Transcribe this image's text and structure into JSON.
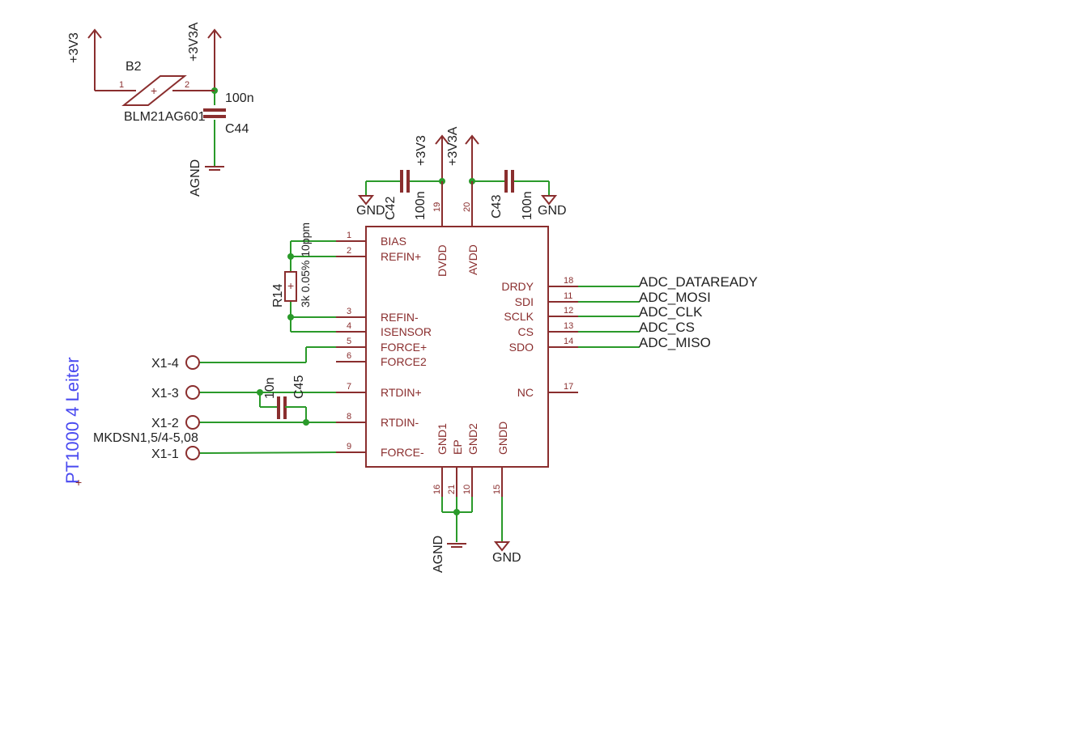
{
  "schematic": {
    "top_left": {
      "supply_left": "+3V3",
      "supply_right": "+3V3A",
      "ferrite_name": "B2",
      "ferrite_value": "BLM21AG601",
      "ferrite_pin1": "1",
      "ferrite_pin2": "2",
      "cap_value": "100n",
      "cap_name": "C44",
      "ground": "AGND"
    },
    "supply_caps": {
      "dvdd_supply": "+3V3",
      "avdd_supply": "+3V3A",
      "c42_name": "C42",
      "c42_value": "100n",
      "c42_ground": "GND",
      "c43_name": "C43",
      "c43_value": "100n",
      "c43_ground": "GND"
    },
    "ic": {
      "top_pins": [
        {
          "num": "19",
          "name": "DVDD"
        },
        {
          "num": "20",
          "name": "AVDD"
        }
      ],
      "left_pins": [
        {
          "num": "1",
          "name": "BIAS"
        },
        {
          "num": "2",
          "name": "REFIN+"
        },
        {
          "num": "3",
          "name": "REFIN-"
        },
        {
          "num": "4",
          "name": "ISENSOR"
        },
        {
          "num": "5",
          "name": "FORCE+"
        },
        {
          "num": "6",
          "name": "FORCE2"
        },
        {
          "num": "7",
          "name": "RTDIN+"
        },
        {
          "num": "8",
          "name": "RTDIN-"
        },
        {
          "num": "9",
          "name": "FORCE-"
        }
      ],
      "right_pins": [
        {
          "num": "18",
          "name": "DRDY",
          "net": "ADC_DATAREADY"
        },
        {
          "num": "11",
          "name": "SDI",
          "net": "ADC_MOSI"
        },
        {
          "num": "12",
          "name": "SCLK",
          "net": "ADC_CLK"
        },
        {
          "num": "13",
          "name": "CS",
          "net": "ADC_CS"
        },
        {
          "num": "14",
          "name": "SDO",
          "net": "ADC_MISO"
        },
        {
          "num": "17",
          "name": "NC",
          "net": ""
        }
      ],
      "bottom_pins": [
        {
          "num": "16",
          "name": "GND1"
        },
        {
          "num": "21",
          "name": "EP"
        },
        {
          "num": "10",
          "name": "GND2"
        },
        {
          "num": "15",
          "name": "GNDD"
        }
      ],
      "bottom_ground_left": "AGND",
      "bottom_ground_right": "GND"
    },
    "ref_resistor": {
      "name": "R14",
      "value": "3k 0.05% 10ppm"
    },
    "filter_cap": {
      "name": "C45",
      "value": "10n"
    },
    "connector": {
      "part": "MKDSN1,5/4-5,08",
      "terminals": [
        "X1-4",
        "X1-3",
        "X1-2",
        "X1-1"
      ],
      "label": "PT1000 4 Leiter"
    },
    "colors": {
      "wire": "#2a9a2a",
      "component": "#8a2e2e",
      "text": "#222222",
      "frame_text": "#4a4af0"
    }
  }
}
